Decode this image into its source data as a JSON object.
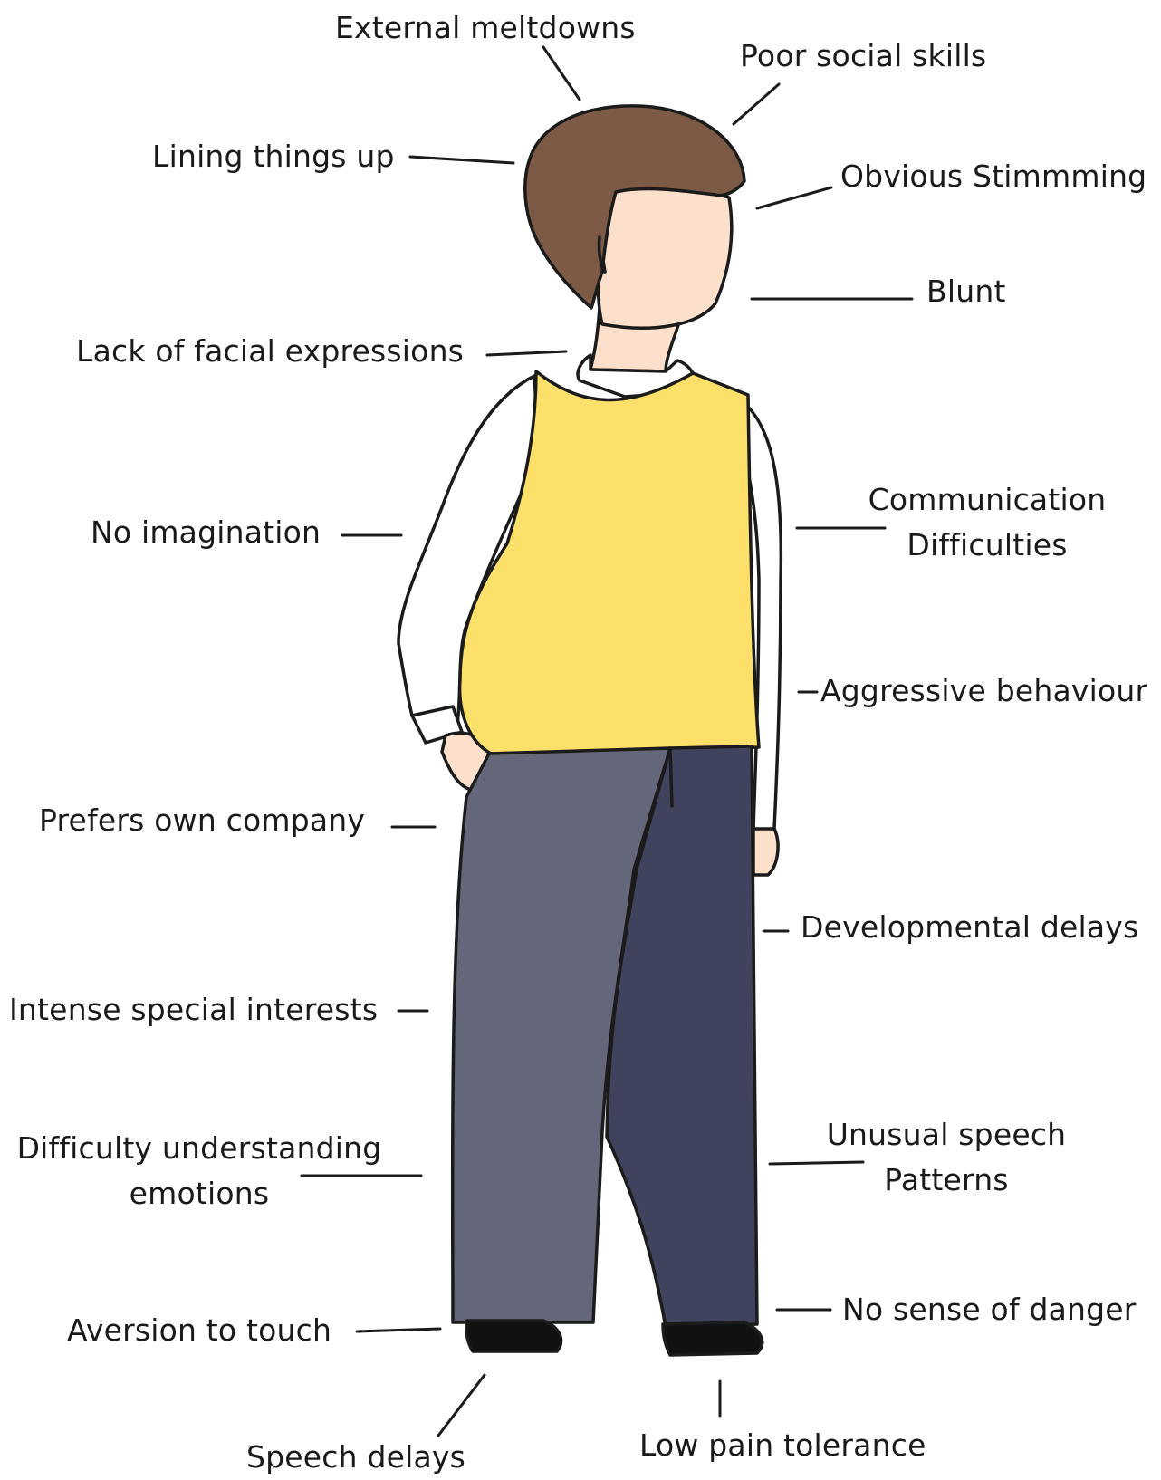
{
  "colors": {
    "hair": "#7d5a45",
    "skin": "#fde0cc",
    "shirt": "#ffffff",
    "vest": "#fde06a",
    "trousers_left": "#646679",
    "trousers_right": "#40435d",
    "shoes": "#111111",
    "outline": "#1b1b1b"
  },
  "labels": {
    "external_meltdowns": "External meltdowns",
    "poor_social_skills": "Poor social skills",
    "lining_things_up": "Lining things up",
    "obvious_stimming": "Obvious Stimmming",
    "blunt": "Blunt",
    "lack_of_facial_expressions": "Lack of facial expressions",
    "communication_difficulties_1": "Communication",
    "communication_difficulties_2": "Difficulties",
    "no_imagination": "No imagination",
    "aggressive_behaviour": "Aggressive behaviour",
    "prefers_own_company": "Prefers own company",
    "developmental_delays": "Developmental delays",
    "intense_special_interests": "Intense special interests",
    "difficulty_understanding_1": "Difficulty understanding",
    "difficulty_understanding_2": "emotions",
    "unusual_speech_1": "Unusual speech",
    "unusual_speech_2": "Patterns",
    "aversion_to_touch": "Aversion to touch",
    "no_sense_of_danger": "No sense of danger",
    "speech_delays": "Speech delays",
    "low_pain_tolerance": "Low pain tolerance"
  }
}
